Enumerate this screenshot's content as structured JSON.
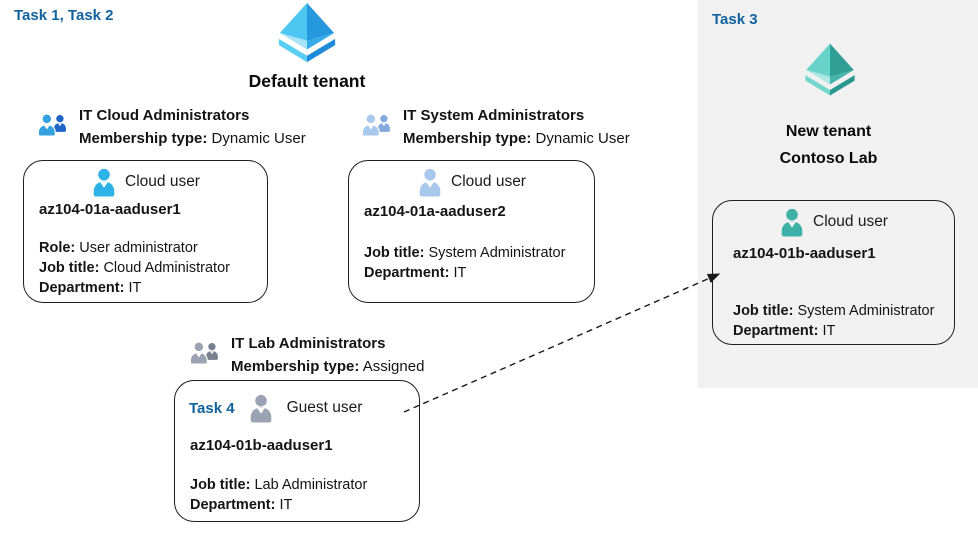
{
  "colors": {
    "task_label": "#11639E",
    "panel_bg": "#F1F1F1",
    "arrow": "#1A1A1A",
    "tenant_blue": {
      "face_tl": "#4EC6F2",
      "face_tr": "#2598DE",
      "face_bl": "#A8E4F9",
      "face_br": "#36ACE8",
      "rim_l": "#58CEF5",
      "rim_r": "#1D8BD9"
    },
    "tenant_teal": {
      "face_tl": "#66D2C9",
      "face_tr": "#2F9E95",
      "face_bl": "#ADE8E2",
      "face_br": "#45B4AA",
      "rim_l": "#72D6CD",
      "rim_r": "#2A988E"
    },
    "group_cloud": {
      "front": "#33A2DE",
      "back": "#1E63C8"
    },
    "group_system": {
      "front": "#A9C9EC",
      "back": "#84A9DD"
    },
    "group_lab": {
      "front": "#9BA3B0",
      "back": "#79818F"
    },
    "user_cloud1": "#2CB4E9",
    "user_cloud2": "#A9C9EC",
    "user_guest": "#9BA3B2",
    "user_new_tenant": "#3DB0A8"
  },
  "default_tenant": {
    "task_label": "Task 1, Task 2",
    "title": "Default tenant",
    "groups": [
      {
        "name": "IT Cloud Administrators",
        "membership_label": "Membership type:",
        "membership_value": "Dynamic User"
      },
      {
        "name": "IT System Administrators",
        "membership_label": "Membership type:",
        "membership_value": "Dynamic User"
      },
      {
        "name": "IT Lab Administrators",
        "membership_label": "Membership type:",
        "membership_value": "Assigned"
      }
    ],
    "cards": [
      {
        "user_type": "Cloud user",
        "name": "az104-01a-aaduser1",
        "attrs": [
          {
            "label": "Role:",
            "value": "User administrator"
          },
          {
            "label": "Job title:",
            "value": "Cloud Administrator"
          },
          {
            "label": "Department:",
            "value": "IT"
          }
        ]
      },
      {
        "user_type": "Cloud user",
        "name": "az104-01a-aaduser2",
        "attrs": [
          {
            "label": "Job title:",
            "value": "System Administrator"
          },
          {
            "label": "Department:",
            "value": "IT"
          }
        ]
      },
      {
        "task_label": "Task 4",
        "user_type": "Guest user",
        "name": "az104-01b-aaduser1",
        "attrs": [
          {
            "label": "Job title:",
            "value": "Lab Administrator"
          },
          {
            "label": "Department:",
            "value": "IT"
          }
        ]
      }
    ]
  },
  "new_tenant": {
    "task_label": "Task 3",
    "title_line1": "New tenant",
    "title_line2": "Contoso Lab",
    "card": {
      "user_type": "Cloud user",
      "name": "az104-01b-aaduser1",
      "attrs": [
        {
          "label": "Job title:",
          "value": "System Administrator"
        },
        {
          "label": "Department:",
          "value": "IT"
        }
      ]
    }
  }
}
